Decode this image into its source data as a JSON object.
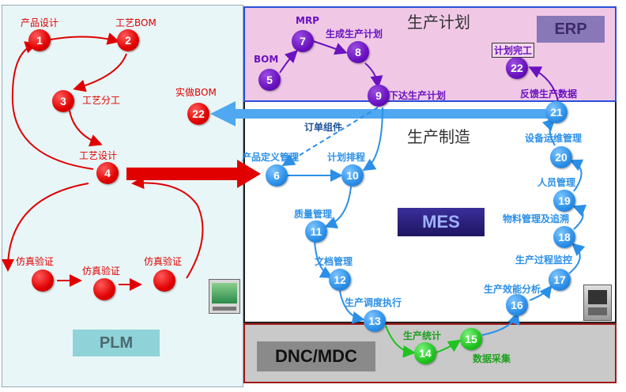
{
  "colors": {
    "plm_bg": "#e9f6f7",
    "erp_bg": "#f0c8e6",
    "mes_bg": "#ffffff",
    "dnc_bg": "#c9c9c9",
    "red": "#e00000",
    "purple": "#6a12c0",
    "blue": "#2b8fe8",
    "green": "#1fc41f"
  },
  "plm": {
    "tag": "PLM",
    "nodes": [
      {
        "num": "1",
        "label": "产品设计"
      },
      {
        "num": "2",
        "label": "工艺BOM"
      },
      {
        "num": "3",
        "label": "工艺分工"
      },
      {
        "num": "4",
        "label": "工艺设计"
      },
      {
        "num": "22",
        "label": "实做BOM"
      }
    ],
    "sim_labels": [
      "仿真验证",
      "仿真验证",
      "仿真验证"
    ]
  },
  "erp": {
    "title": "生产计划",
    "tag": "ERP",
    "nodes": [
      {
        "num": "5",
        "label": "BOM"
      },
      {
        "num": "7",
        "label": "MRP"
      },
      {
        "num": "8",
        "label": "生成生产计划"
      },
      {
        "num": "9",
        "label": "下达生产计划"
      },
      {
        "num": "22",
        "label": "计划完工"
      }
    ],
    "feedback_label": "反馈生产数据"
  },
  "mes": {
    "title": "生产制造",
    "tag": "MES",
    "order_label": "订单组件",
    "nodes": [
      {
        "num": "6",
        "label": "产品定义管理"
      },
      {
        "num": "10",
        "label": "计划排程"
      },
      {
        "num": "11",
        "label": "质量管理"
      },
      {
        "num": "12",
        "label": "文档管理"
      },
      {
        "num": "13",
        "label": "生产调度执行"
      },
      {
        "num": "16",
        "label": "生产效能分析"
      },
      {
        "num": "17",
        "label": "生产过程监控"
      },
      {
        "num": "18",
        "label": "物料管理及追溯"
      },
      {
        "num": "19",
        "label": "人员管理"
      },
      {
        "num": "20",
        "label": "设备运维管理"
      },
      {
        "num": "21",
        "label": ""
      }
    ]
  },
  "dnc": {
    "tag": "DNC/MDC",
    "nodes": [
      {
        "num": "14",
        "label": "生产统计"
      },
      {
        "num": "15",
        "label": "数据采集"
      }
    ]
  }
}
